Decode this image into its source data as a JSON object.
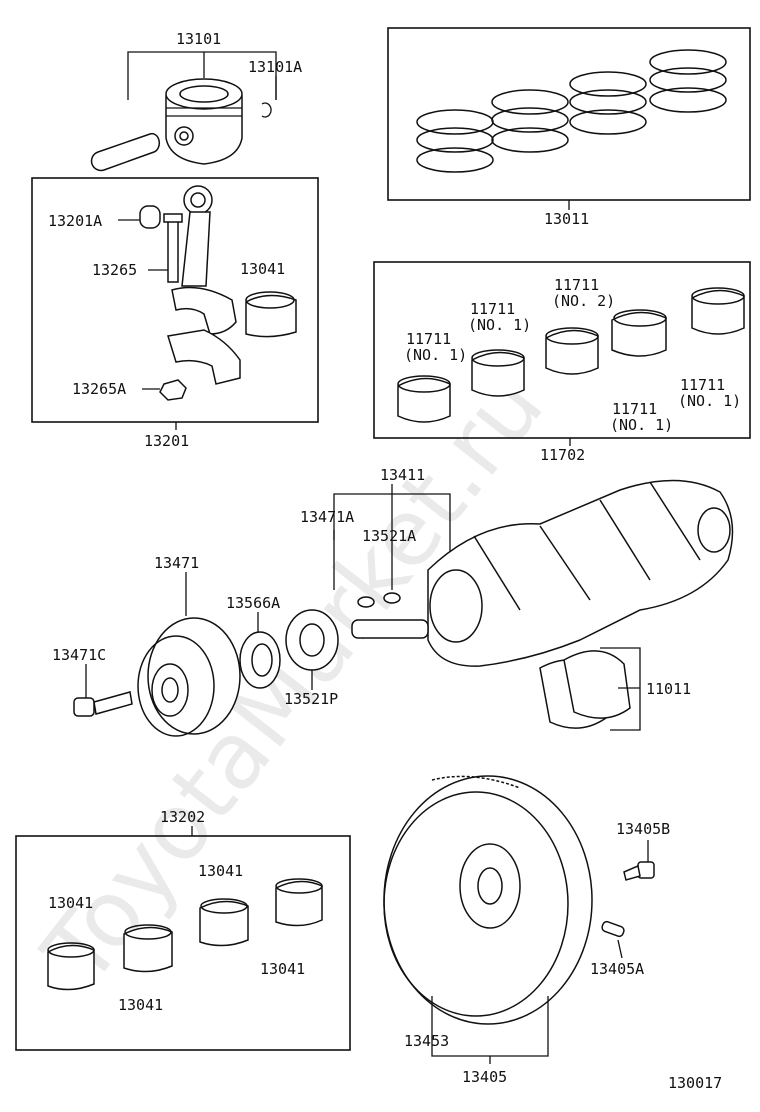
{
  "watermark": "ToyotaMarket.ru",
  "diagram_id": "130017",
  "labels": {
    "p13101": "13101",
    "p13101a": "13101A",
    "p13011": "13011",
    "p13201a": "13201A",
    "p13265": "13265",
    "p13041_rod": "13041",
    "p13265a": "13265A",
    "p13201": "13201",
    "b11711_1": "11711",
    "b11711_1n": "(NO. 1)",
    "b11711_2": "11711",
    "b11711_2n": "(NO. 1)",
    "b11711_3": "11711",
    "b11711_3n": "(NO. 2)",
    "b11711_4": "11711",
    "b11711_4n": "(NO. 1)",
    "b11711_5": "11711",
    "b11711_5n": "(NO. 1)",
    "p11702": "11702",
    "p13411": "13411",
    "p13471a": "13471A",
    "p13521a": "13521A",
    "p13471": "13471",
    "p13566a": "13566A",
    "p13471c": "13471C",
    "p13521p": "13521P",
    "p11011": "11011",
    "p13202": "13202",
    "m13041_1": "13041",
    "m13041_2": "13041",
    "m13041_3": "13041",
    "m13041_4": "13041",
    "p13405b": "13405B",
    "p13405a": "13405A",
    "p13453": "13453",
    "p13405": "13405"
  }
}
